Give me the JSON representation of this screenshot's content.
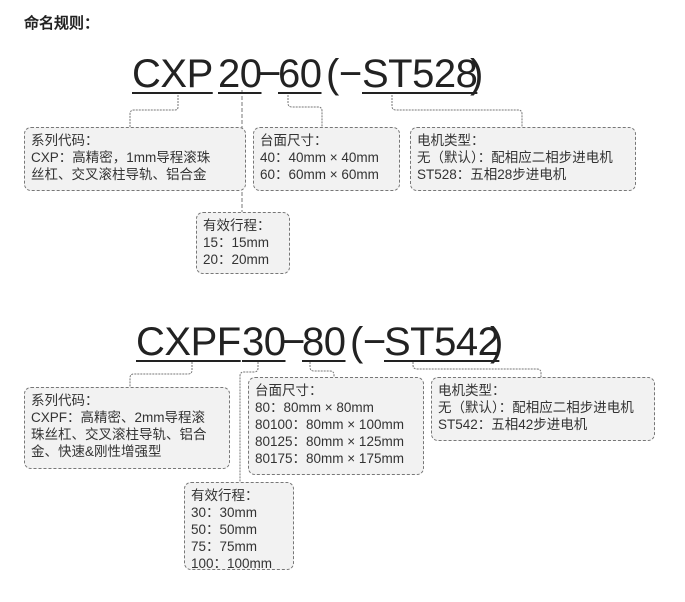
{
  "title": "命名规则：",
  "diagrams": [
    {
      "code": {
        "series": "CXP",
        "stroke": "20",
        "dash": "−",
        "table": "60",
        "open": "(−",
        "motor": "ST528",
        "close": ")"
      },
      "boxes": {
        "series": {
          "heading": "系列代码：",
          "lines": [
            "CXP：高精密，1mm导程滚珠",
            "丝杠、交叉滚柱导轨、铝合金"
          ]
        },
        "table": {
          "heading": "台面尺寸：",
          "lines": [
            "40：40mm × 40mm",
            "60：60mm × 60mm"
          ]
        },
        "motor": {
          "heading": "电机类型：",
          "lines": [
            "无（默认）：配相应二相步进电机",
            "ST528：五相28步进电机"
          ]
        },
        "stroke": {
          "heading": "有效行程：",
          "lines": [
            "15：15mm",
            "20：20mm"
          ]
        }
      }
    },
    {
      "code": {
        "series": "CXPF",
        "stroke": "30",
        "dash": "−",
        "table": "80",
        "open": "(−",
        "motor": "ST542",
        "close": ")"
      },
      "boxes": {
        "series": {
          "heading": "系列代码：",
          "lines": [
            "CXPF：高精密、2mm导程滚",
            "珠丝杠、交叉滚柱导轨、铝合",
            "金、快速&刚性增强型"
          ]
        },
        "table": {
          "heading": "台面尺寸：",
          "lines": [
            "80：80mm × 80mm",
            "80100：80mm × 100mm",
            "80125：80mm × 125mm",
            "80175：80mm × 175mm"
          ]
        },
        "motor": {
          "heading": "电机类型：",
          "lines": [
            "无（默认）：配相应二相步进电机",
            "ST542：五相42步进电机"
          ]
        },
        "stroke": {
          "heading": "有效行程：",
          "lines": [
            "30：30mm",
            "50：50mm",
            "75：75mm",
            "100：100mm"
          ]
        }
      }
    }
  ]
}
